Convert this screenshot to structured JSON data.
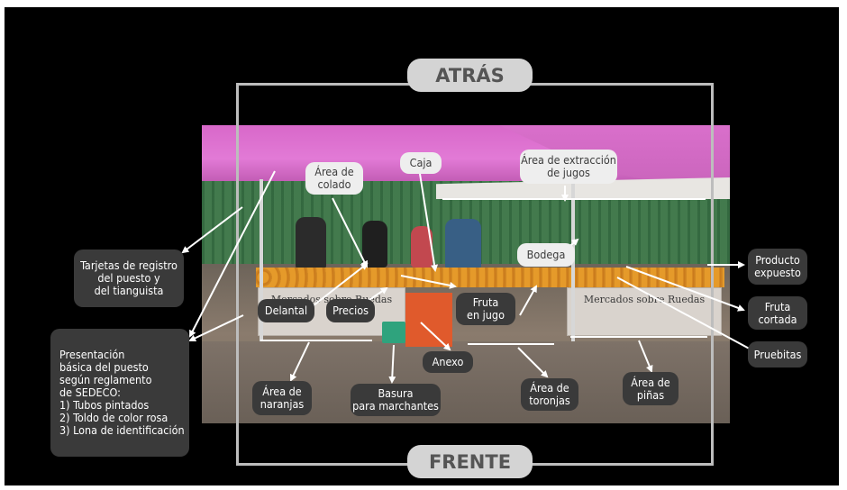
{
  "labels": {
    "back": "ATRÁS",
    "front": "FRENTE",
    "colado": "Área de\ncolado",
    "caja": "Caja",
    "extraccion": "Área de extracción\nde jugos",
    "bodega": "Bodega",
    "producto": "Producto\nexpuesto",
    "fruta_cortada": "Fruta\ncortada",
    "pruebitas": "Pruebitas",
    "tarjetas": "Tarjetas de registro\ndel puesto y\ndel tianguista",
    "presentacion": "Presentación\nbásica del puesto\nsegún reglamento\nde SEDECO:\n1) Tubos pintados\n2) Toldo de color rosa\n3) Lona de identificación",
    "delantal": "Delantal",
    "precios": "Precios",
    "fruta_jugo": "Fruta\nen jugo",
    "anexo": "Anexo",
    "naranjas": "Área de\nnaranjas",
    "basura": "Basura\npara marchantes",
    "toronjas": "Área de\ntoronjas",
    "pinas": "Área de\npiñas"
  },
  "photo": {
    "banner_text": "Mercados sobre Ruedas"
  },
  "colors": {
    "background": "#000000",
    "frame": "#bdbdbd",
    "light_label": "#eeeeee",
    "dark_label": "#3a3a3a",
    "canopy": "#d868c9"
  }
}
